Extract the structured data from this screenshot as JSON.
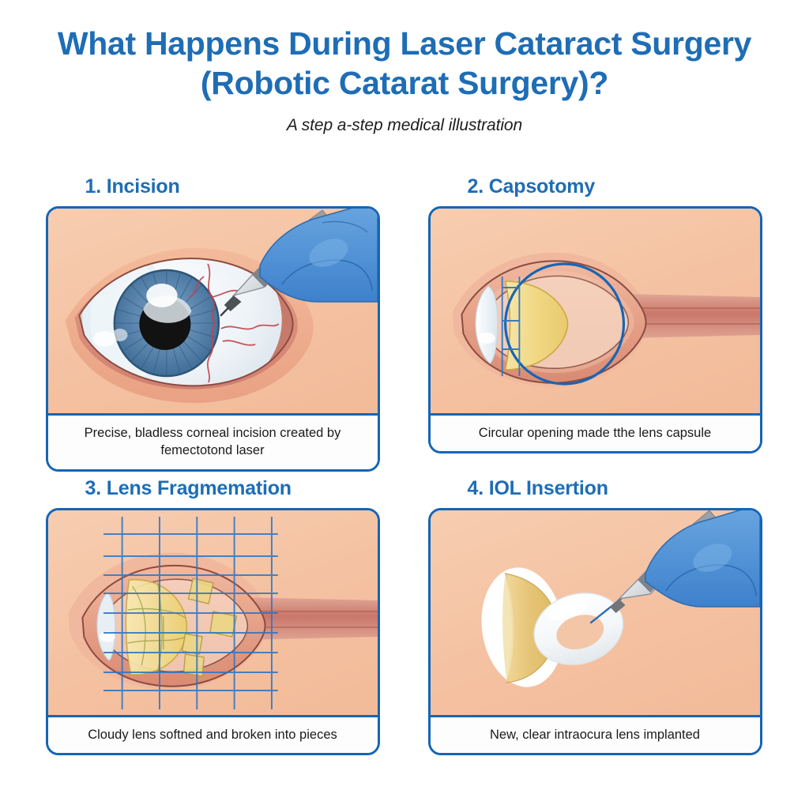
{
  "header": {
    "title": "What Happens During Laser Cataract Surgery (Robotic Catarat Surgery)?",
    "subtitle": "A step a-step medical illustration"
  },
  "theme": {
    "accent_blue": "#1565b5",
    "title_blue": "#1e6db5",
    "skin_peach": "#f4c1a1",
    "sclera_white": "#eef2f6",
    "iris_blue": "#5b86ae",
    "pupil_black": "#121212",
    "lens_yellow": "#f0d77e",
    "vessel_red": "#c4424a",
    "glove_blue": "#4a8fd6",
    "instrument_grey": "#c9ccd0",
    "nerve_rose": "#c9776a",
    "laser_grid_blue": "#2f76c4"
  },
  "steps": [
    {
      "number": "1.",
      "heading": "1. Incision",
      "caption": "Precise, bladless corneal incision created by femectotond laser",
      "illustration": "front-view-eye-with-laser-pen"
    },
    {
      "number": "2.",
      "heading": "2. Capsotomy",
      "caption": "Circular opening made tthe lens capsule",
      "illustration": "eye-cross-section-with-circular-capsulotomy"
    },
    {
      "number": "3.",
      "heading": "3. Lens Fragmemation",
      "caption": "Cloudy lens softned and broken into pieces",
      "illustration": "eye-cross-section-with-laser-grid-and-fragments"
    },
    {
      "number": "4.",
      "heading": "4. IOL Insertion",
      "caption": "New, clear intraocura lens implanted",
      "illustration": "iol-lens-with-injector"
    }
  ]
}
